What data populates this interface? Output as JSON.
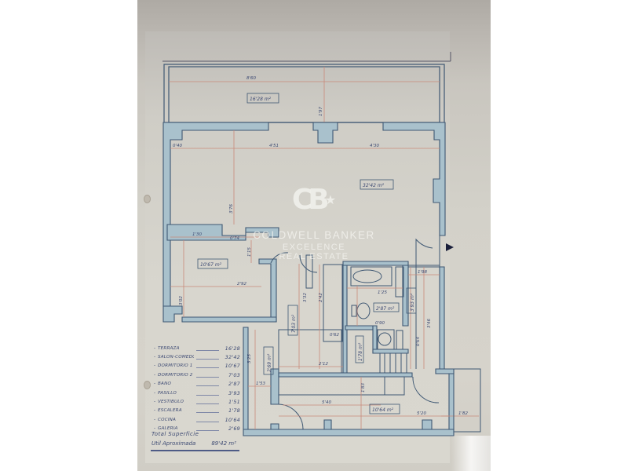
{
  "document": {
    "type": "hand-drawn apartment floor plan",
    "brand_watermark": {
      "logo": "CB",
      "line1": "COLDWELL BANKER",
      "line2": "EXCELENCE",
      "line3": "REAL ESTATE"
    }
  },
  "rooms": {
    "terraza": {
      "area": "16'28 m²",
      "width_dim": "8'60",
      "depth_dim": "1'97"
    },
    "salon_comedor": {
      "area": "32'42 m²",
      "dims": [
        "0'40",
        "4'51",
        "4'30",
        "3'76"
      ]
    },
    "dormitorio_1": {
      "area": "10'67 m²",
      "dims": [
        "1'30",
        "0'74",
        "2'92",
        "3'02",
        "1'15"
      ]
    },
    "dormitorio_2": {
      "area": "7'03 m²",
      "dims": [
        "3'32",
        "2'42",
        "2'12",
        "0'62"
      ]
    },
    "pasillo": {
      "area": "3'93 m²"
    },
    "bano": {
      "area": "2'87 m²",
      "dims": [
        "1'25",
        "0'90"
      ]
    },
    "aseo_small": {
      "area": "1'78 m²"
    },
    "vestibulo": {
      "area": "1'51 m²"
    },
    "galeria": {
      "area": "2'69 m²",
      "dims": [
        "3'25",
        "1'53"
      ]
    },
    "cocina": {
      "area": "10'64 m²",
      "dims": [
        "5'40",
        "1'83",
        "5'20",
        "1'82"
      ]
    },
    "right_corridor": {
      "dims": [
        "1'98",
        "3'46",
        "0'64"
      ]
    }
  },
  "legend": {
    "items": [
      {
        "name": "Terraza",
        "value": "16'28"
      },
      {
        "name": "Salon-Comedor",
        "value": "32'42"
      },
      {
        "name": "Dormitorio 1",
        "value": "10'67"
      },
      {
        "name": "Dormitorio 2",
        "value": "7'03"
      },
      {
        "name": "Baño",
        "value": "2'87"
      },
      {
        "name": "Pasillo",
        "value": "3'93"
      },
      {
        "name": "Vestibulo",
        "value": "1'51"
      },
      {
        "name": "Escalera",
        "value": "1'78"
      },
      {
        "name": "Cocina",
        "value": "10'64"
      },
      {
        "name": "Galeria",
        "value": "2'69"
      }
    ],
    "total_line1": "Total Superficie",
    "total_line2_label": "Util Aproximada",
    "total_value": "89'42 m²"
  },
  "colors": {
    "wall_fill": "#a9c1cc",
    "wall_stroke": "#3f5873",
    "dimension_line": "#c98a7a",
    "ink": "#3d4a73"
  }
}
